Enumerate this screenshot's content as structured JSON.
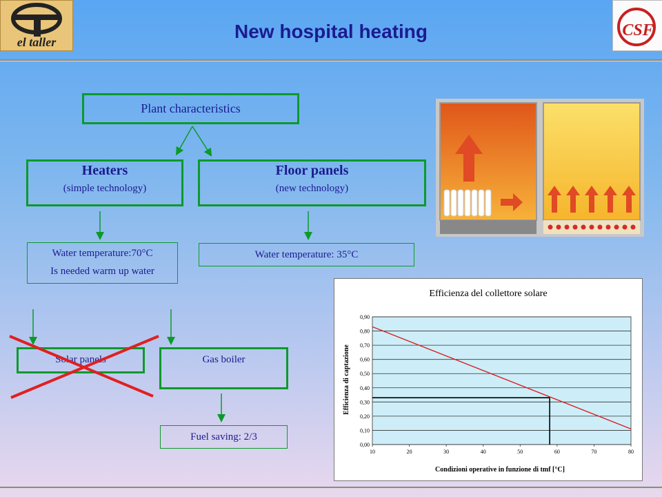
{
  "title": "New hospital heating",
  "logo_left_text": "el taller",
  "logo_right_text": "CSF",
  "plant": "Plant characteristics",
  "heaters": {
    "title": "Heaters",
    "subtitle": "(simple technology)"
  },
  "floor": {
    "title": "Floor panels",
    "subtitle": "(new technology)"
  },
  "water_heaters": [
    "Water temperature:70°C",
    "Is needed warm up water"
  ],
  "water_floor": "Water temperature: 35°C",
  "solar": "Solar panels",
  "gas": "Gas boiler",
  "fuel": "Fuel saving: 2/3",
  "colors": {
    "title": "#1b1b90",
    "box_border": "#0c9a2a",
    "cross": "#e02020"
  },
  "chart_data": {
    "type": "line",
    "title": "Efficienza del collettore solare",
    "xlabel": "Condizioni operative in funzione di tmf [°C]",
    "ylabel": "Efficienza di captazione",
    "x_ticks": [
      "10",
      "20",
      "30",
      "40",
      "50",
      "60",
      "70",
      "80"
    ],
    "y_ticks": [
      "0,00",
      "0,10",
      "0,20",
      "0,30",
      "0,40",
      "0,50",
      "0,60",
      "0,70",
      "0,80",
      "0,90"
    ],
    "xlim": [
      10,
      80
    ],
    "ylim": [
      0,
      0.9
    ],
    "series": [
      {
        "x": [
          10,
          80
        ],
        "y": [
          0.83,
          0.11
        ]
      }
    ],
    "marker": {
      "x": 58,
      "y": 0.33
    },
    "grid": true
  }
}
